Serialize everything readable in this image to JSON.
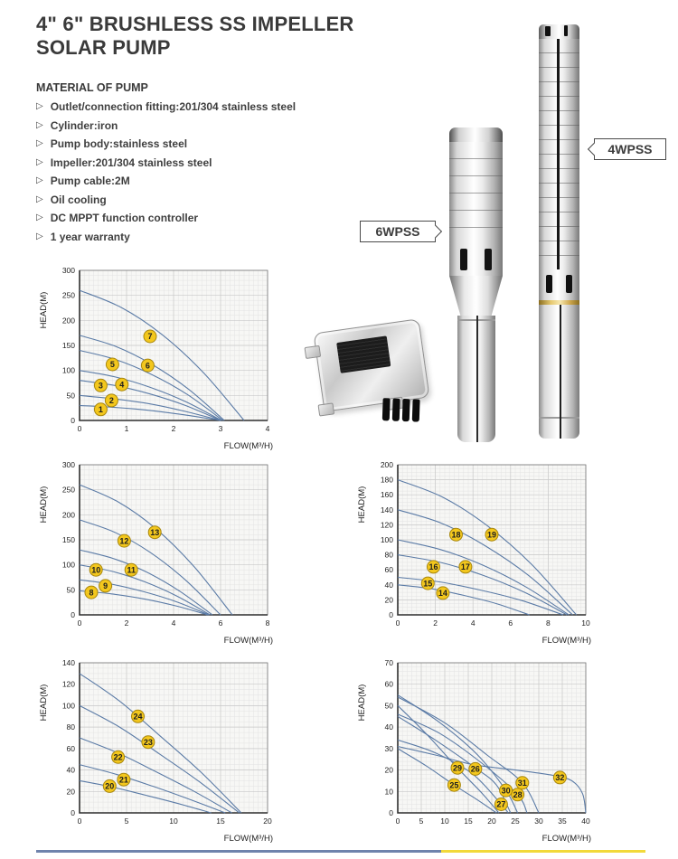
{
  "page": {
    "title_line1": "4\" 6\" BRUSHLESS SS IMPELLER",
    "title_line2": "SOLAR PUMP"
  },
  "materials": {
    "heading": "MATERIAL OF PUMP",
    "bullet_icon": "triangle-bullet-icon",
    "bullet_glyph": "▷",
    "items": [
      "Outlet/connection fitting:201/304 stainless steel",
      "Cylinder:iron",
      "Pump body:stainless steel",
      "Impeller:201/304 stainless steel",
      "Pump cable:2M",
      "Oil cooling",
      "DC MPPT function controller",
      "1 year warranty"
    ]
  },
  "product_labels": {
    "left_pump": "6WPSS",
    "right_pump": "4WPSS"
  },
  "colors": {
    "curve": "#5b7ba6",
    "marker_fill": "#f3c71d",
    "marker_border": "#a8870e",
    "footer_blue": "#6f83ac",
    "footer_yellow": "#f2d93b",
    "grid_minor": "#e3e3e3",
    "grid_major": "#c9c9c9",
    "plot_bg": "#f7f7f5"
  },
  "chart_data": [
    {
      "type": "line",
      "title": "",
      "xlabel": "FLOW(M³/H)",
      "ylabel": "HEAD(M)",
      "xlim": [
        0,
        4
      ],
      "ylim": [
        0,
        300
      ],
      "xticks": [
        0,
        1,
        2,
        3,
        4
      ],
      "yticks": [
        0,
        50,
        100,
        150,
        200,
        250,
        300
      ],
      "x_minor": 0.1,
      "y_minor": 10,
      "grid": true,
      "legend": "none",
      "series": [
        {
          "name": "1",
          "points": [
            [
              0,
              30
            ],
            [
              0.75,
              26
            ],
            [
              1.5,
              20
            ],
            [
              2.25,
              11
            ],
            [
              3,
              0
            ]
          ],
          "label_at": [
            0.45,
            22
          ]
        },
        {
          "name": "2",
          "points": [
            [
              0,
              50
            ],
            [
              0.75,
              43
            ],
            [
              1.5,
              33
            ],
            [
              2.25,
              18
            ],
            [
              3,
              0
            ]
          ],
          "label_at": [
            0.68,
            40
          ]
        },
        {
          "name": "3",
          "points": [
            [
              0,
              80
            ],
            [
              0.75,
              70
            ],
            [
              1.5,
              53
            ],
            [
              2.25,
              30
            ],
            [
              3,
              0
            ]
          ],
          "label_at": [
            0.45,
            70
          ]
        },
        {
          "name": "4",
          "points": [
            [
              0,
              100
            ],
            [
              0.76,
              87
            ],
            [
              1.51,
              66
            ],
            [
              2.27,
              37
            ],
            [
              3.02,
              0
            ]
          ],
          "label_at": [
            0.9,
            72
          ]
        },
        {
          "name": "5",
          "points": [
            [
              0,
              140
            ],
            [
              0.76,
              122
            ],
            [
              1.53,
              92
            ],
            [
              2.29,
              52
            ],
            [
              3.05,
              0
            ]
          ],
          "label_at": [
            0.7,
            112
          ]
        },
        {
          "name": "6",
          "points": [
            [
              0,
              170
            ],
            [
              0.77,
              148
            ],
            [
              1.54,
              112
            ],
            [
              2.31,
              63
            ],
            [
              3.08,
              0
            ]
          ],
          "label_at": [
            1.45,
            110
          ]
        },
        {
          "name": "7",
          "points": [
            [
              0,
              260
            ],
            [
              0.88,
              226
            ],
            [
              1.75,
              172
            ],
            [
              2.63,
              96
            ],
            [
              3.5,
              0
            ]
          ],
          "label_at": [
            1.5,
            168
          ]
        }
      ]
    },
    {
      "type": "line",
      "title": "",
      "xlabel": "FLOW(M³/H)",
      "ylabel": "HEAD(M)",
      "xlim": [
        0,
        8
      ],
      "ylim": [
        0,
        300
      ],
      "xticks": [
        0,
        2,
        4,
        6,
        8
      ],
      "yticks": [
        0,
        50,
        100,
        150,
        200,
        250,
        300
      ],
      "x_minor": 0.2,
      "y_minor": 10,
      "grid": true,
      "legend": "none",
      "series": [
        {
          "name": "8",
          "points": [
            [
              0,
              48
            ],
            [
              1.36,
              42
            ],
            [
              2.73,
              32
            ],
            [
              4.09,
              18
            ],
            [
              5.45,
              0
            ]
          ],
          "label_at": [
            0.5,
            45
          ]
        },
        {
          "name": "9",
          "points": [
            [
              0,
              70
            ],
            [
              1.38,
              61
            ],
            [
              2.75,
              46
            ],
            [
              4.13,
              26
            ],
            [
              5.5,
              0
            ]
          ],
          "label_at": [
            1.1,
            58
          ]
        },
        {
          "name": "10",
          "points": [
            [
              0,
              100
            ],
            [
              1.39,
              87
            ],
            [
              2.78,
              66
            ],
            [
              4.16,
              37
            ],
            [
              5.55,
              0
            ]
          ],
          "label_at": [
            0.7,
            90
          ]
        },
        {
          "name": "11",
          "points": [
            [
              0,
              130
            ],
            [
              1.41,
              113
            ],
            [
              2.83,
              86
            ],
            [
              4.24,
              48
            ],
            [
              5.65,
              0
            ]
          ],
          "label_at": [
            2.2,
            90
          ]
        },
        {
          "name": "12",
          "points": [
            [
              0,
              190
            ],
            [
              1.5,
              165
            ],
            [
              3,
              125
            ],
            [
              4.5,
              70
            ],
            [
              6,
              0
            ]
          ],
          "label_at": [
            1.9,
            148
          ]
        },
        {
          "name": "13",
          "points": [
            [
              0,
              260
            ],
            [
              1.63,
              226
            ],
            [
              3.25,
              172
            ],
            [
              4.88,
              96
            ],
            [
              6.5,
              0
            ]
          ],
          "label_at": [
            3.2,
            165
          ]
        }
      ]
    },
    {
      "type": "line",
      "title": "",
      "xlabel": "FLOW(M³/H)",
      "ylabel": "HEAD(M)",
      "xlim": [
        0,
        10
      ],
      "ylim": [
        0,
        200
      ],
      "xticks": [
        0,
        2,
        4,
        6,
        8,
        10
      ],
      "yticks": [
        0,
        20,
        40,
        60,
        80,
        100,
        120,
        140,
        160,
        180,
        200
      ],
      "x_minor": 0.25,
      "y_minor": 5,
      "grid": true,
      "legend": "none",
      "series": [
        {
          "name": "14",
          "points": [
            [
              0,
              40
            ],
            [
              1.75,
              35
            ],
            [
              3.5,
              26
            ],
            [
              5.25,
              15
            ],
            [
              7,
              0
            ]
          ],
          "label_at": [
            2.4,
            29
          ]
        },
        {
          "name": "15",
          "points": [
            [
              0,
              50
            ],
            [
              2.2,
              44
            ],
            [
              4.4,
              33
            ],
            [
              6.6,
              19
            ],
            [
              8.8,
              0
            ]
          ],
          "label_at": [
            1.6,
            42
          ]
        },
        {
          "name": "16",
          "points": [
            [
              0,
              80
            ],
            [
              2.25,
              70
            ],
            [
              4.5,
              53
            ],
            [
              6.75,
              30
            ],
            [
              9,
              0
            ]
          ],
          "label_at": [
            1.9,
            64
          ]
        },
        {
          "name": "17",
          "points": [
            [
              0,
              100
            ],
            [
              2.28,
              87
            ],
            [
              4.55,
              66
            ],
            [
              6.83,
              37
            ],
            [
              9.1,
              0
            ]
          ],
          "label_at": [
            3.6,
            64
          ]
        },
        {
          "name": "18",
          "points": [
            [
              0,
              140
            ],
            [
              2.33,
              122
            ],
            [
              4.65,
              92
            ],
            [
              6.98,
              52
            ],
            [
              9.3,
              0
            ]
          ],
          "label_at": [
            3.1,
            107
          ]
        },
        {
          "name": "19",
          "points": [
            [
              0,
              180
            ],
            [
              2.38,
              157
            ],
            [
              4.75,
              119
            ],
            [
              7.13,
              67
            ],
            [
              9.5,
              0
            ]
          ],
          "label_at": [
            5,
            107
          ]
        }
      ]
    },
    {
      "type": "line",
      "title": "",
      "xlabel": "FLOW(M³/H)",
      "ylabel": "HEAD(M)",
      "xlim": [
        0,
        20
      ],
      "ylim": [
        0,
        140
      ],
      "xticks": [
        0,
        5,
        10,
        15,
        20
      ],
      "yticks": [
        0,
        20,
        40,
        60,
        80,
        100,
        120,
        140
      ],
      "x_minor": 0.5,
      "y_minor": 5,
      "grid": true,
      "legend": "none",
      "series": [
        {
          "name": "20",
          "points": [
            [
              0,
              30
            ],
            [
              3.5,
              24
            ],
            [
              7,
              16.5
            ],
            [
              10.5,
              8.7
            ],
            [
              14,
              0
            ]
          ],
          "label_at": [
            3.2,
            25
          ]
        },
        {
          "name": "21",
          "points": [
            [
              0,
              45
            ],
            [
              3.88,
              36
            ],
            [
              7.75,
              25
            ],
            [
              11.6,
              13
            ],
            [
              15.5,
              0
            ]
          ],
          "label_at": [
            4.7,
            31
          ]
        },
        {
          "name": "22",
          "points": [
            [
              0,
              70
            ],
            [
              4.05,
              56
            ],
            [
              8.1,
              38.5
            ],
            [
              12.2,
              20
            ],
            [
              16.2,
              0
            ]
          ],
          "label_at": [
            4.1,
            52
          ]
        },
        {
          "name": "23",
          "points": [
            [
              0,
              100
            ],
            [
              4.25,
              80
            ],
            [
              8.5,
              55
            ],
            [
              12.75,
              29
            ],
            [
              17,
              0
            ]
          ],
          "label_at": [
            7.3,
            66
          ]
        },
        {
          "name": "24",
          "points": [
            [
              0,
              130
            ],
            [
              4.3,
              104
            ],
            [
              8.6,
              71.5
            ],
            [
              12.9,
              38
            ],
            [
              17.2,
              0
            ]
          ],
          "label_at": [
            6.2,
            90
          ]
        }
      ]
    },
    {
      "type": "line",
      "title": "",
      "xlabel": "FLOW(M³/H)",
      "ylabel": "HEAD(M)",
      "xlim": [
        0,
        40
      ],
      "ylim": [
        0,
        70
      ],
      "xticks": [
        0,
        5,
        10,
        15,
        20,
        25,
        30,
        35,
        40
      ],
      "yticks": [
        0,
        10,
        20,
        30,
        40,
        50,
        60,
        70
      ],
      "x_minor": 1,
      "y_minor": 2,
      "grid": true,
      "legend": "none",
      "series": [
        {
          "name": "25",
          "points": [
            [
              0,
              30
            ],
            [
              6,
              22
            ],
            [
              12,
              13
            ],
            [
              17,
              6
            ],
            [
              21,
              0
            ]
          ],
          "label_at": [
            12,
            13
          ]
        },
        {
          "name": "26",
          "points": [
            [
              0,
              45
            ],
            [
              8,
              34
            ],
            [
              16.5,
              21
            ],
            [
              21,
              13
            ],
            [
              24,
              0
            ]
          ],
          "label_at": [
            16.5,
            20.5
          ]
        },
        {
          "name": "27",
          "points": [
            [
              0,
              34
            ],
            [
              8,
              28
            ],
            [
              16,
              18
            ],
            [
              22,
              4
            ],
            [
              23.5,
              0
            ]
          ],
          "label_at": [
            22,
            4
          ]
        },
        {
          "name": "28",
          "points": [
            [
              0,
              46
            ],
            [
              9,
              37
            ],
            [
              18,
              23
            ],
            [
              25.5,
              8.5
            ],
            [
              27.5,
              0
            ]
          ],
          "label_at": [
            25.5,
            8.5
          ]
        },
        {
          "name": "29",
          "points": [
            [
              0,
              50
            ],
            [
              6,
              37
            ],
            [
              12.7,
              21
            ],
            [
              18,
              9
            ],
            [
              21.5,
              0
            ]
          ],
          "label_at": [
            12.7,
            21
          ]
        },
        {
          "name": "30",
          "points": [
            [
              0,
              55
            ],
            [
              9,
              42
            ],
            [
              17,
              27
            ],
            [
              23,
              10.5
            ],
            [
              25.5,
              0
            ]
          ],
          "label_at": [
            23,
            10.5
          ]
        },
        {
          "name": "31",
          "points": [
            [
              0,
              54
            ],
            [
              10,
              42
            ],
            [
              19,
              27
            ],
            [
              26.5,
              14
            ],
            [
              30,
              0
            ]
          ],
          "label_at": [
            26.5,
            14
          ]
        },
        {
          "name": "32",
          "points": [
            [
              0,
              31
            ],
            [
              8,
              27
            ],
            [
              16,
              22.5
            ],
            [
              25,
              20
            ],
            [
              33,
              17.5
            ],
            [
              37,
              15
            ],
            [
              39.3,
              9
            ],
            [
              40,
              0
            ]
          ],
          "label_at": [
            34.5,
            16.5
          ]
        }
      ]
    }
  ]
}
